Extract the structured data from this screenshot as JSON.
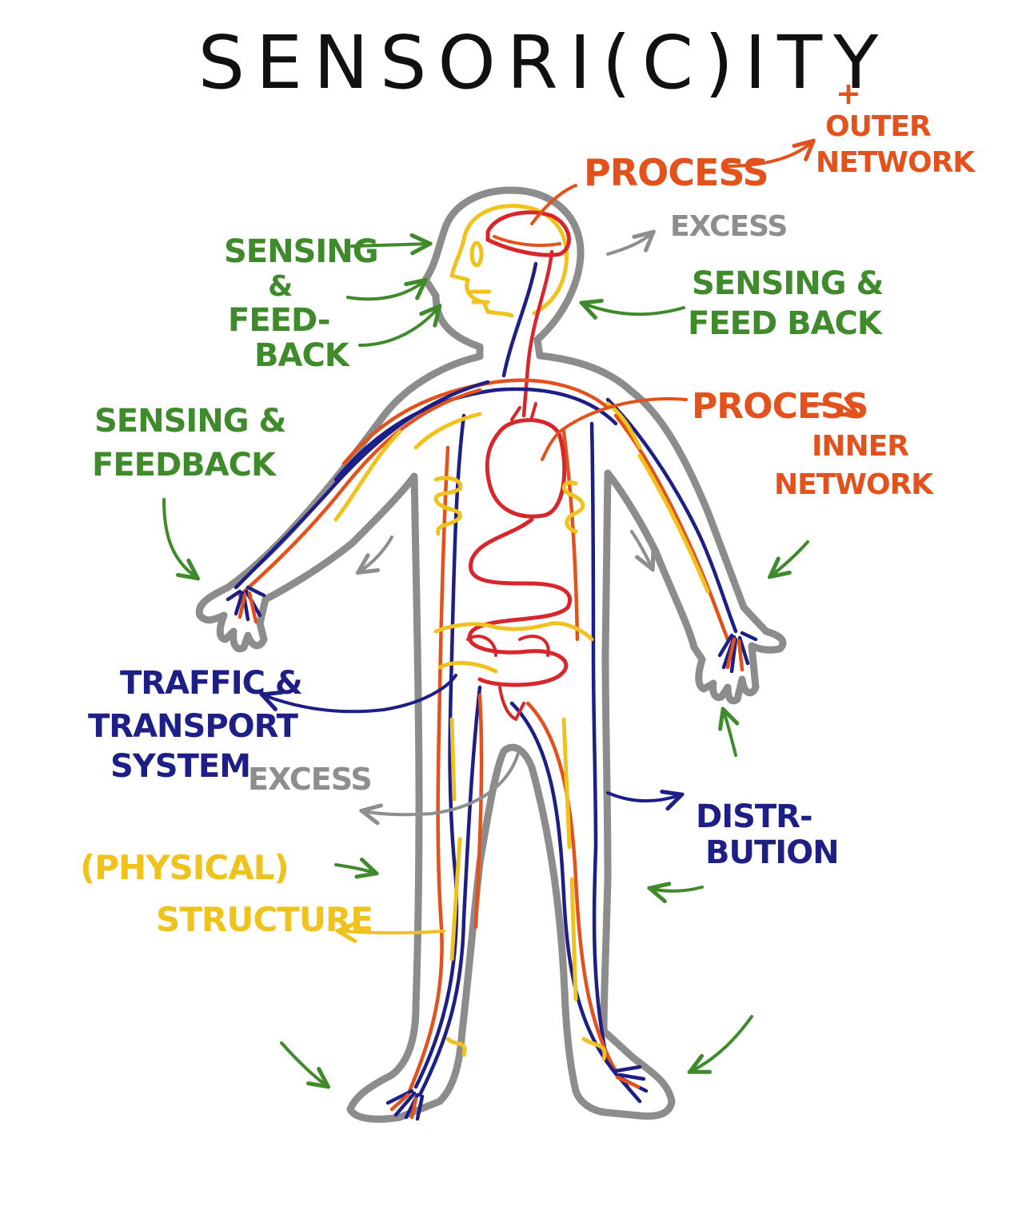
{
  "title": "SENSORI(C)ITY",
  "colors": {
    "outline": "#8c8c8c",
    "sensing": "#3f8a2b",
    "process": "#e3521c",
    "transport": "#1d1f86",
    "structure": "#f0c21e",
    "organ": "#d8262c",
    "excess": "#8e8e8e",
    "title": "#111111"
  },
  "labels": {
    "process_top": "PROCESS",
    "outer_plus": "+",
    "outer_1": "OUTER",
    "outer_2": "NETWORK",
    "excess_top": "EXCESS",
    "sensing_left_1": "SENSING",
    "sensing_left_2": "&",
    "sensing_left_3": "FEED-",
    "sensing_left_4": "BACK",
    "sensing_right_1": "SENSING &",
    "sensing_right_2": "FEED BACK",
    "sensing_arm_1": "SENSING &",
    "sensing_arm_2": "FEEDBACK",
    "process_mid": "PROCESS",
    "inner_1": "INNER",
    "inner_2": "NETWORK",
    "traffic_1": "TRAFFIC &",
    "traffic_2": "TRANSPORT",
    "traffic_3": "SYSTEM",
    "excess_low": "EXCESS",
    "distribution_1": "DISTR-",
    "distribution_2": "BUTION",
    "physical_1": "(PHYSICAL)",
    "physical_2": "STRUCTURE"
  }
}
